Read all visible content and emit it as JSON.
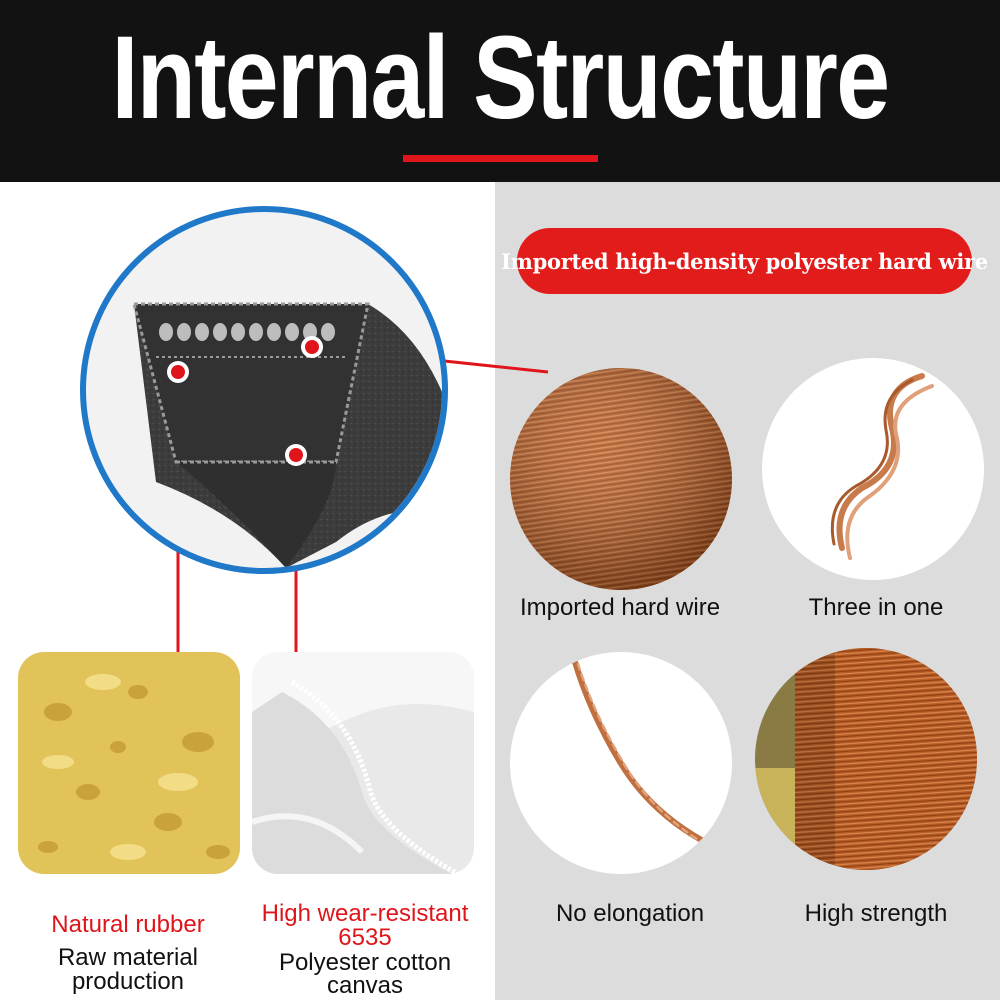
{
  "header": {
    "title": "Internal Structure"
  },
  "badge": {
    "text": "Imported high-density polyester hard wire"
  },
  "features": [
    {
      "label": "Imported hard wire",
      "image": "orange-wire-spool-closeup"
    },
    {
      "label": "Three in one",
      "image": "twisted-wire-strand"
    },
    {
      "label": "No elongation",
      "image": "single-twisted-wire"
    },
    {
      "label": "High strength",
      "image": "wire-spool"
    }
  ],
  "materials": [
    {
      "title": "Natural rubber",
      "subtitle_line1": "Raw material",
      "subtitle_line2": "production",
      "image": "rubber-sponge-texture"
    },
    {
      "title_line1": "High wear-resistant",
      "title_line2": "6535",
      "subtitle_line1": "Polyester cotton",
      "subtitle_line2": "canvas",
      "image": "white-canvas-fabric"
    }
  ],
  "colors": {
    "accent_red": "#e0151b",
    "header_bg": "#121212",
    "circle_border": "#1f78c8",
    "wire_orange": "#b85a22"
  }
}
